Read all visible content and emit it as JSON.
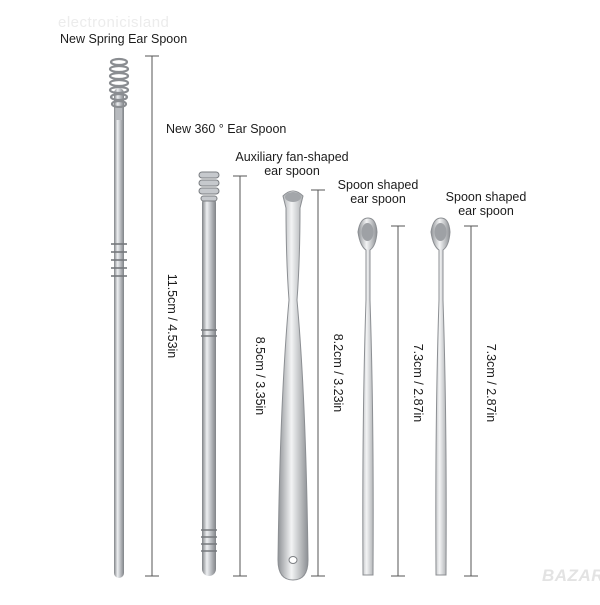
{
  "watermark": "electronicisland",
  "labels": {
    "spring": "New Spring Ear Spoon",
    "rotate360": "New 360 ° Ear Spoon",
    "fan_line1": "Auxiliary fan-shaped",
    "fan_line2": "ear spoon",
    "spoon1_line1": "Spoon shaped",
    "spoon1_line2": "ear spoon",
    "spoon2_line1": "Spoon shaped",
    "spoon2_line2": "ear spoon"
  },
  "measurements": {
    "spring": "11.5cm / 4.53in",
    "rotate360": "8.5cm / 3.35in",
    "fan": "8.2cm / 3.23in",
    "spoon1": "7.3cm / 2.87in",
    "spoon2": "7.3cm / 2.87in"
  },
  "logo": "BAZAR",
  "colors": {
    "metal_dark": "#8a8d91",
    "metal_light": "#e9ebed",
    "metal_mid": "#b9bcc0",
    "line": "#555555"
  }
}
